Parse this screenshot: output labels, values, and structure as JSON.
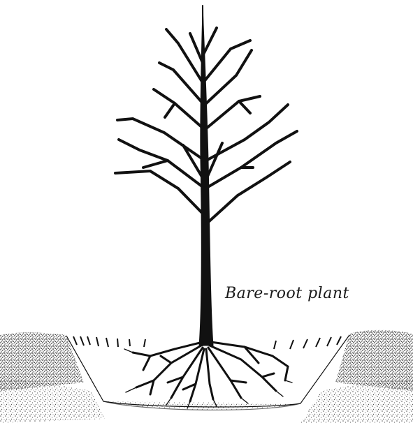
{
  "diagram": {
    "caption": "Bare-root plant",
    "colors": {
      "ink": "#111111",
      "paper": "#ffffff"
    },
    "parts": [
      "tree-trunk",
      "branches",
      "roots",
      "planting-hole",
      "soil-mound-left",
      "soil-mound-right"
    ]
  }
}
